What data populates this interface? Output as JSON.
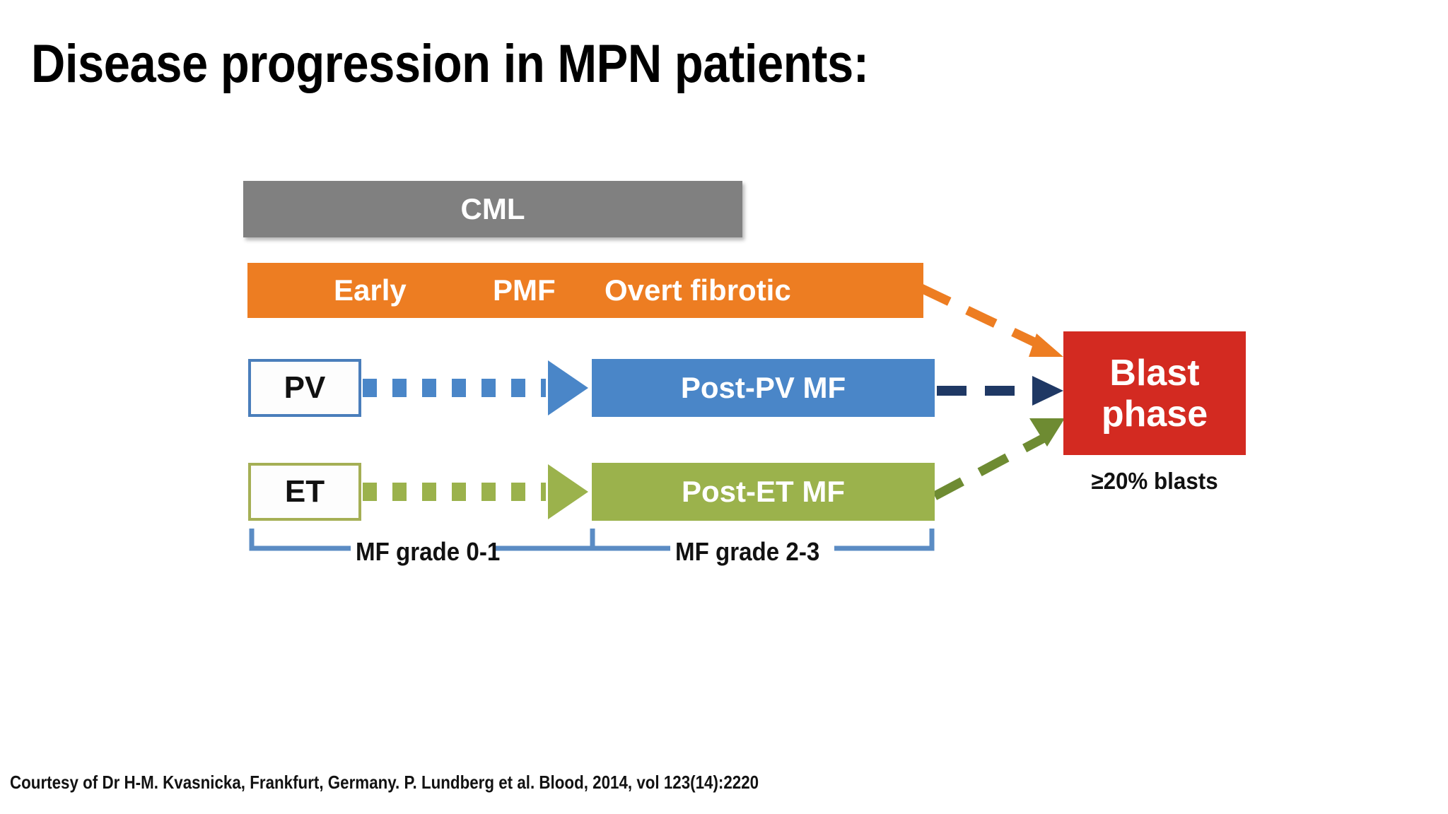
{
  "slide": {
    "title": "Disease progression in MPN patients:",
    "footer_credit": "Courtesy of Dr H-M. Kvasnicka, Frankfurt, Germany.  P. Lundberg et al. Blood, 2014, vol 123(14):2220"
  },
  "diagram": {
    "bars": {
      "cml": {
        "label": "CML",
        "color": "#808080"
      },
      "pmf": {
        "color": "#ED7D22",
        "segments": {
          "early": "Early",
          "pmf": "PMF",
          "overt": "Overt fibrotic"
        }
      },
      "pv_box": {
        "label": "PV",
        "border_color": "#4A7EBB",
        "fill": "#FFFFFF"
      },
      "post_pv_mf": {
        "label": "Post-PV MF",
        "color": "#4A86C8"
      },
      "et_box": {
        "label": "ET",
        "border_color": "#A5AF55",
        "fill": "#FFFFFF"
      },
      "post_et_mf": {
        "label": "Post-ET MF",
        "color": "#9BB24C"
      },
      "blast_phase": {
        "line1": "Blast",
        "line2": "phase",
        "color": "#D32A21"
      }
    },
    "annotations": {
      "blast_threshold": "≥20% blasts",
      "mf_grade_low": "MF grade 0-1",
      "mf_grade_high": "MF grade 2-3"
    },
    "arrows": {
      "pv_to_post_pv": {
        "style": "dotted",
        "color": "#4A86C8"
      },
      "et_to_post_et": {
        "style": "dotted",
        "color": "#9BB24C"
      },
      "pmf_to_blast": {
        "style": "dashed",
        "color": "#ED7D22"
      },
      "post_pv_to_blast": {
        "style": "dashed",
        "color": "#1F3864"
      },
      "post_et_to_blast": {
        "style": "dashed",
        "color": "#6E8B32"
      }
    },
    "brackets": {
      "color": "#5B8CC4"
    }
  }
}
